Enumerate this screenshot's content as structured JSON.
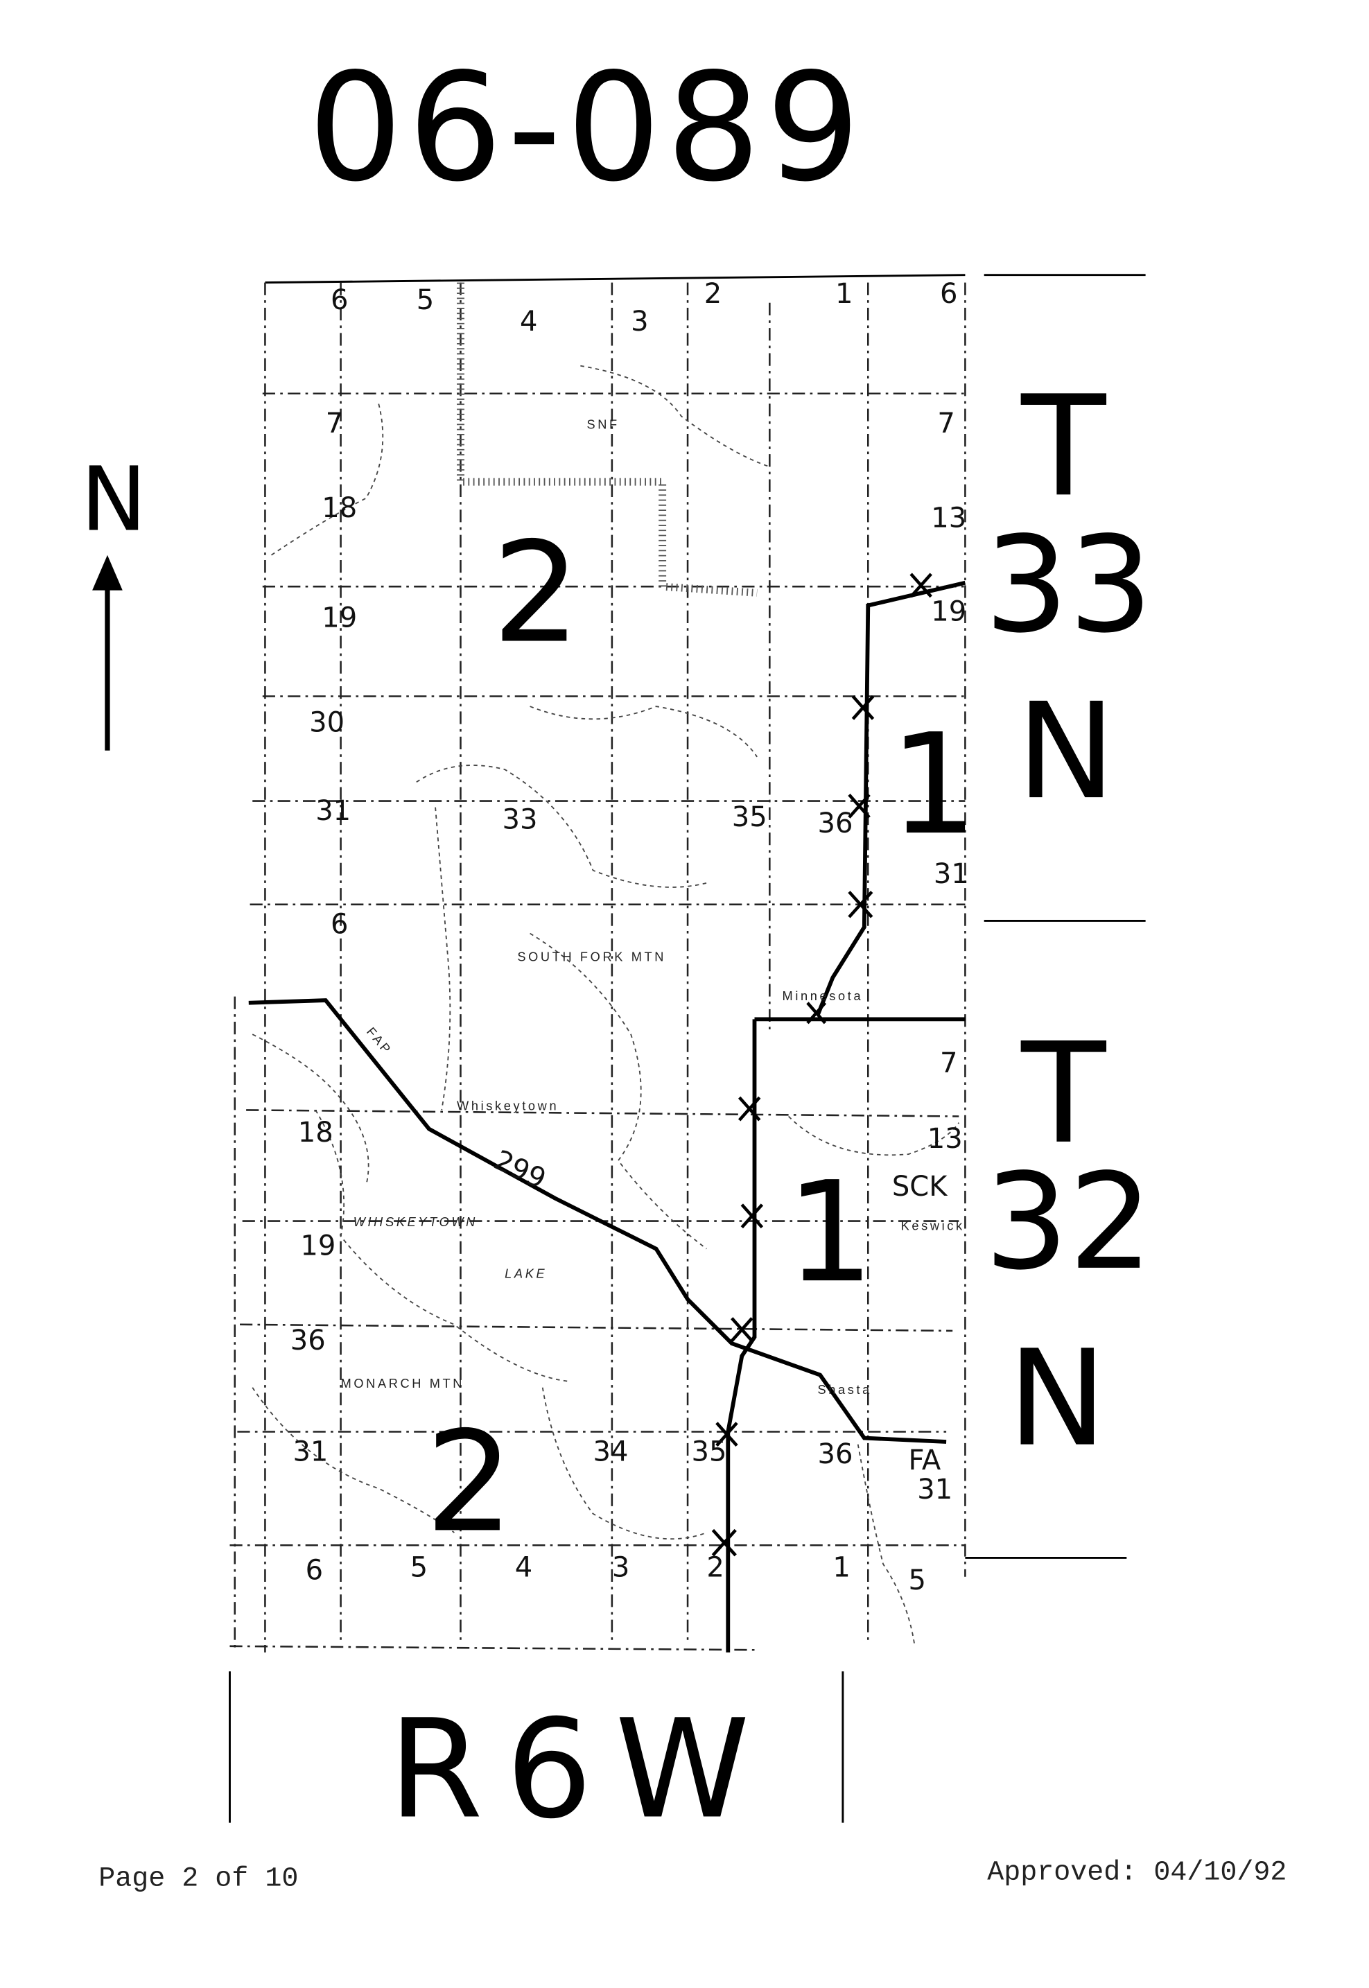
{
  "document": {
    "title": "06-089",
    "north_label": "N",
    "township_upper": {
      "t": "T",
      "number": "33",
      "n": "N"
    },
    "township_lower": {
      "t": "T",
      "number": "32",
      "n": "N"
    },
    "range_label": "R6W",
    "footer_page": "Page 2 of 10",
    "footer_approved": "Approved: 04/10/92"
  },
  "map": {
    "zones": [
      "2",
      "1",
      "1",
      "2"
    ],
    "places": [
      "SNF",
      "Minnesota",
      "Whiskeytown",
      "WHISKEYTOWN",
      "LAKE",
      "FAP",
      "299",
      "Shasta",
      "Keswick",
      "MONARCH MTN",
      "SOUTH FORK MTN",
      "FA",
      "SCK"
    ],
    "sections": [
      "6",
      "5",
      "4",
      "3",
      "2",
      "1",
      "6",
      "7",
      "7",
      "18",
      "13",
      "19",
      "19",
      "30",
      "31",
      "33",
      "35",
      "36",
      "31",
      "6",
      "18",
      "13",
      "19",
      "36",
      "31",
      "34",
      "35",
      "36",
      "31",
      "6",
      "5",
      "4",
      "3",
      "2",
      "1",
      "5",
      "7"
    ]
  }
}
